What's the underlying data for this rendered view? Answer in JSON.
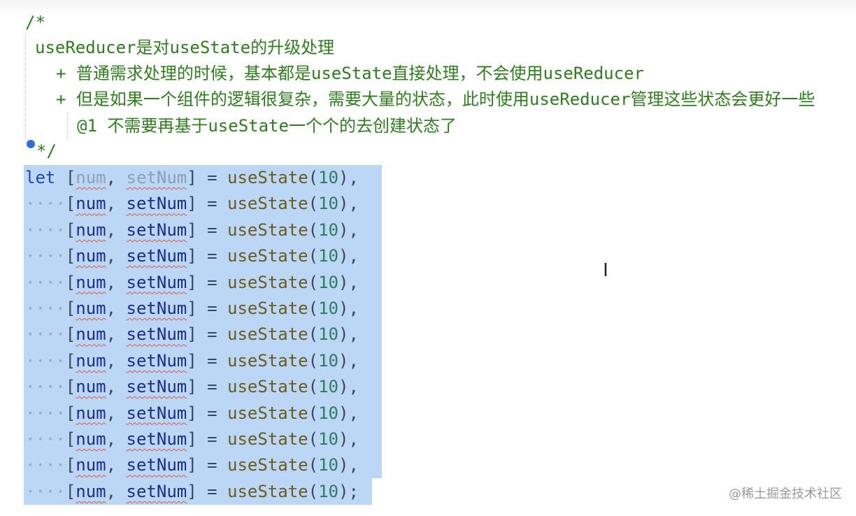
{
  "editor": {
    "comment": {
      "open": "/*",
      "title": "useReducer是对useState的升级处理",
      "bullet1": "+ 普通需求处理的时候，基本都是useState直接处理，不会使用useReducer",
      "bullet2": "+ 但是如果一个组件的逻辑很复杂，需要大量的状态，此时使用useReducer管理这些状态会更好一些",
      "note": "@1 不需要再基于useState一个个的去创建状态了",
      "close": "*/"
    },
    "code": {
      "keyword": "let",
      "indent_dots": "····",
      "open_bracket": "[",
      "name": "num",
      "comma": ",",
      "setter": "setNum",
      "close_bracket": "]",
      "equals": "=",
      "call": "useState",
      "open_paren": "(",
      "value": "10",
      "close_paren": ")",
      "continue_sep": ",",
      "end_sep": ";"
    }
  },
  "watermark": "@稀土掘金技术社区",
  "icons": {
    "lightbulb": "lightbulb-icon",
    "text_cursor": "i-beam-cursor-icon"
  },
  "colors": {
    "comment": "#2f7d1f",
    "selection": "#bcd6f5",
    "keyword": "#1f4aa8"
  }
}
